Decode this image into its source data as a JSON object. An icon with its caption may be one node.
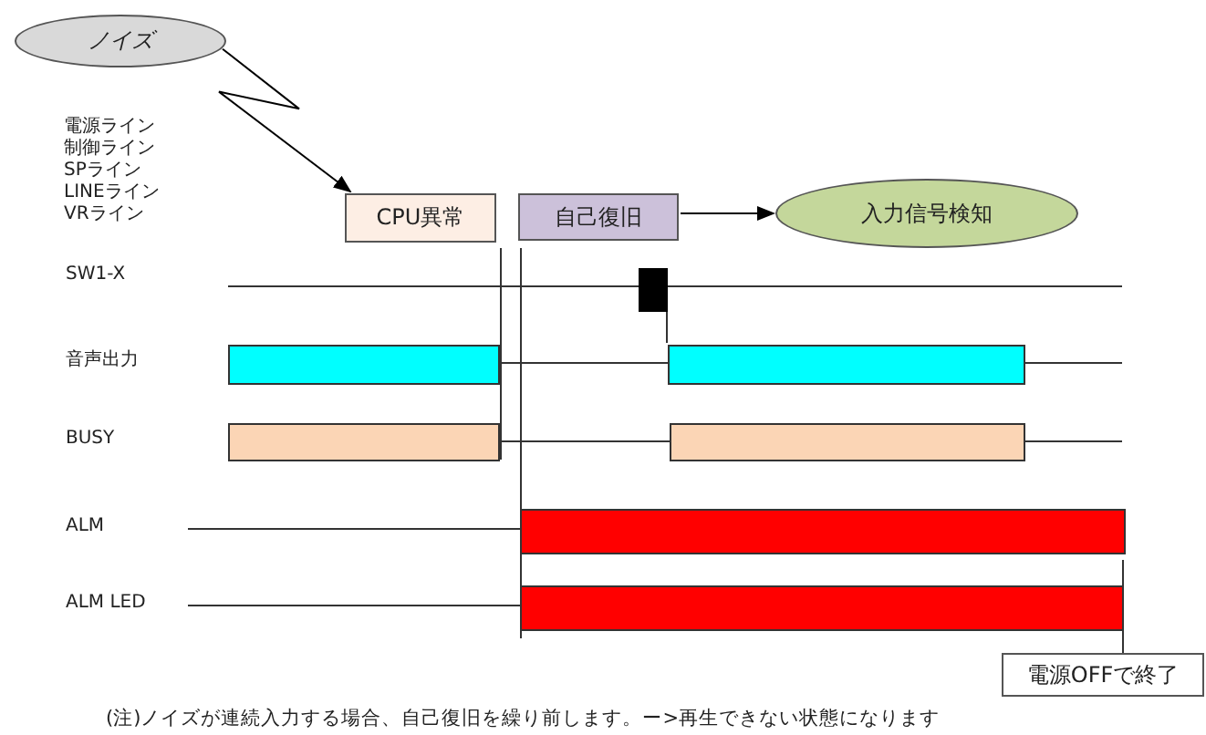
{
  "diagram": {
    "nodes": [
      {
        "text": [
          "ノイズ"
        ]
      },
      {
        "text": [
          "CPU異常"
        ]
      },
      {
        "text": [
          "自己復旧"
        ]
      },
      {
        "text": [
          "入力信号検知"
        ]
      },
      {
        "text": [
          "電源OFFで終了"
        ]
      }
    ],
    "edges": [
      {
        "from": 0,
        "to": 1,
        "arrow": "to"
      },
      {
        "from": 2,
        "to": 3,
        "arrow": "to"
      }
    ],
    "labels": [
      "電源ライン",
      "制御ライン",
      "SPライン",
      "LINEライン",
      "VRライン",
      "SW1-X",
      "音声出力",
      "BUSY",
      "ALM",
      "ALM LED",
      "(注)ノイズが連続入力する場合、自己復旧を繰り前します。ー>再生できない状態になります"
    ]
  }
}
